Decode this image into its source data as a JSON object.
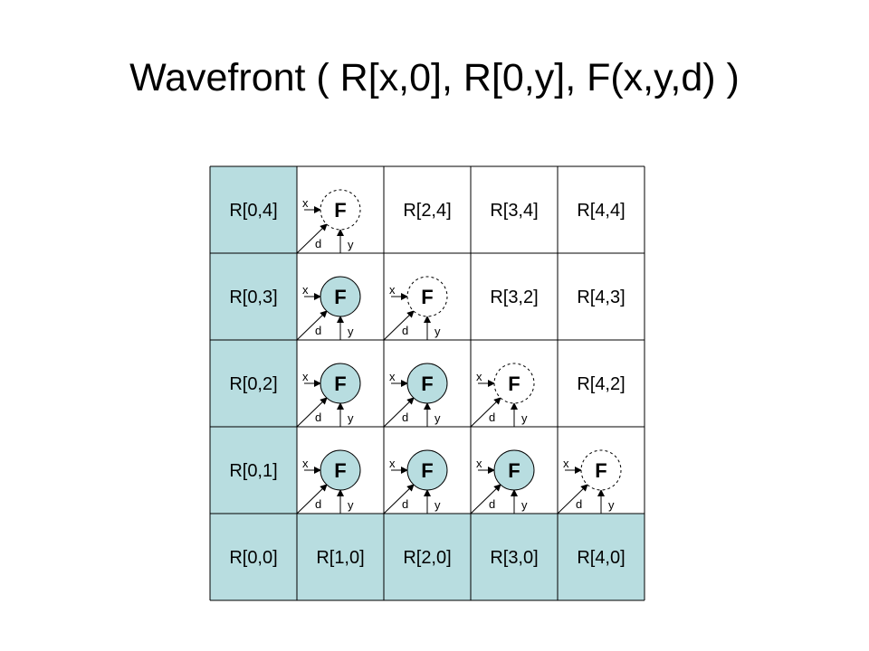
{
  "title": "Wavefront ( R[x,0], R[0,y], F(x,y,d) )",
  "colors": {
    "boundary_fill": "#b8dde0",
    "node_fill_active": "#b8dde0",
    "node_fill_pending": "#ffffff",
    "line": "#000000"
  },
  "grid": {
    "rows": [
      {
        "cells": [
          {
            "type": "boundary",
            "label": "R[0,4]"
          },
          {
            "type": "node",
            "text": "F",
            "state": "pending",
            "ports": [
              "x",
              "d",
              "y"
            ]
          },
          {
            "type": "text",
            "label": "R[2,4]"
          },
          {
            "type": "text",
            "label": "R[3,4]"
          },
          {
            "type": "text",
            "label": "R[4,4]"
          }
        ]
      },
      {
        "cells": [
          {
            "type": "boundary",
            "label": "R[0,3]"
          },
          {
            "type": "node",
            "text": "F",
            "state": "active",
            "ports": [
              "x",
              "d",
              "y"
            ]
          },
          {
            "type": "node",
            "text": "F",
            "state": "pending",
            "ports": [
              "x",
              "d",
              "y"
            ]
          },
          {
            "type": "text",
            "label": "R[3,2]"
          },
          {
            "type": "text",
            "label": "R[4,3]"
          }
        ]
      },
      {
        "cells": [
          {
            "type": "boundary",
            "label": "R[0,2]"
          },
          {
            "type": "node",
            "text": "F",
            "state": "active",
            "ports": [
              "x",
              "d",
              "y"
            ]
          },
          {
            "type": "node",
            "text": "F",
            "state": "active",
            "ports": [
              "x",
              "d",
              "y"
            ]
          },
          {
            "type": "node",
            "text": "F",
            "state": "pending",
            "ports": [
              "x",
              "d",
              "y"
            ]
          },
          {
            "type": "text",
            "label": "R[4,2]"
          }
        ]
      },
      {
        "cells": [
          {
            "type": "boundary",
            "label": "R[0,1]"
          },
          {
            "type": "node",
            "text": "F",
            "state": "active",
            "ports": [
              "x",
              "d",
              "y"
            ]
          },
          {
            "type": "node",
            "text": "F",
            "state": "active",
            "ports": [
              "x",
              "d",
              "y"
            ]
          },
          {
            "type": "node",
            "text": "F",
            "state": "active",
            "ports": [
              "x",
              "d",
              "y"
            ]
          },
          {
            "type": "node",
            "text": "F",
            "state": "pending",
            "ports": [
              "x",
              "d",
              "y"
            ]
          }
        ]
      },
      {
        "cells": [
          {
            "type": "boundary",
            "label": "R[0,0]"
          },
          {
            "type": "boundary",
            "label": "R[1,0]"
          },
          {
            "type": "boundary",
            "label": "R[2,0]"
          },
          {
            "type": "boundary",
            "label": "R[3,0]"
          },
          {
            "type": "boundary",
            "label": "R[4,0]"
          }
        ]
      }
    ]
  }
}
